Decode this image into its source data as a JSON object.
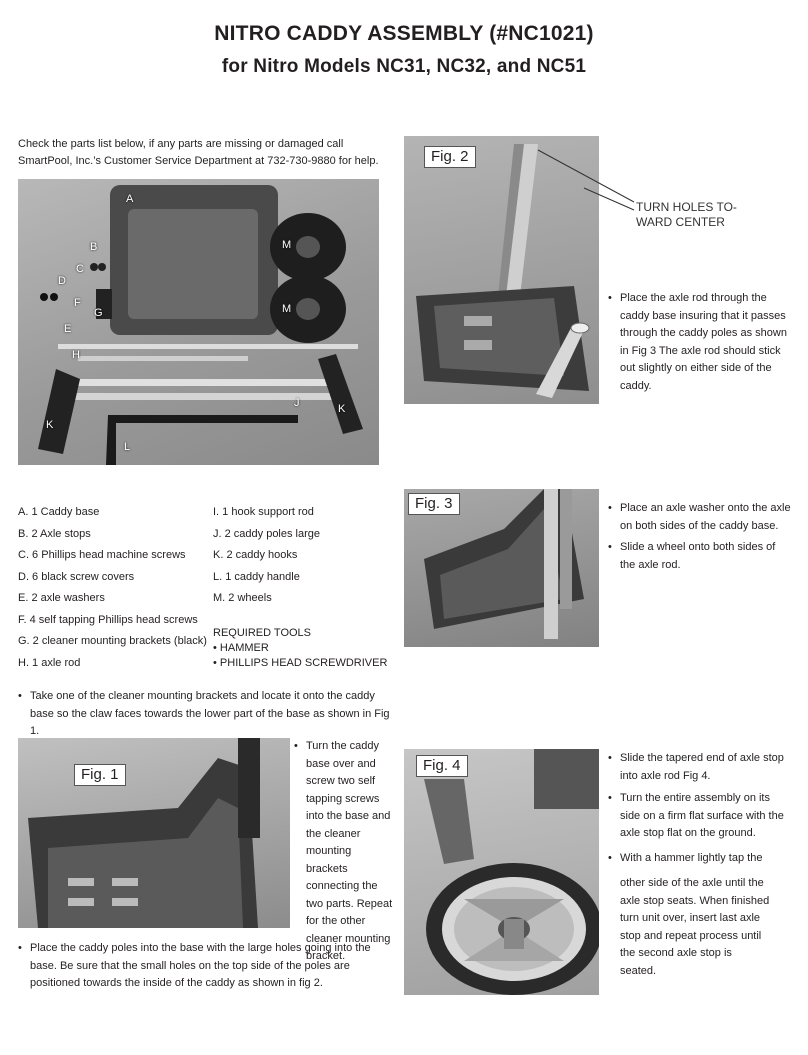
{
  "header": {
    "title": "NITRO CADDY ASSEMBLY (#NC1021)",
    "subtitle": "for Nitro Models NC31, NC32, and NC51"
  },
  "intro": "Check the parts list below, if any parts are missing or damaged call SmartPool, Inc.’s Customer Service Department at 732-730-9880 for help.",
  "parts_photo_labels": [
    "A",
    "B",
    "C",
    "D",
    "E",
    "F",
    "G",
    "H",
    "J",
    "K",
    "K",
    "L",
    "M",
    "M"
  ],
  "parts_left": [
    "A.  1 Caddy base",
    "B.  2 Axle stops",
    "C.  6 Phillips head machine screws",
    "D.  6 black screw covers",
    "E.  2 axle washers",
    "F.  4 self tapping Phillips head screws",
    "G.  2 cleaner mounting brackets (black)",
    "H.  1 axle rod"
  ],
  "parts_right": [
    "I.   1 hook support rod",
    "J.  2 caddy poles large",
    "K.  2 caddy hooks",
    "L.  1 caddy handle",
    "M.  2 wheels"
  ],
  "tools": {
    "title": "REQUIRED TOOLS",
    "items": [
      "• HAMMER",
      "• PHILLIPS HEAD SCREWDRIVER"
    ]
  },
  "bullet_icon": "bullet-dot",
  "bullet_char": "•",
  "steps": {
    "bracket": "Take one of the cleaner mounting brackets and locate it onto the caddy base so the claw faces towards the lower part of the base as shown in Fig 1.",
    "turn_over": "Turn the caddy base over and screw two self tapping screws into the base and the cleaner mounting brackets connecting the two parts.  Repeat for the other cleaner mounting bracket.",
    "poles": "Place the caddy poles into the base with the large holes going into the base.  Be sure that the small holes on the top side of the poles are positioned towards the inside of the caddy as shown in fig 2.",
    "axle_rod": "Place the axle rod through the caddy base insuring that it passes through the caddy poles as shown in Fig 3  The axle rod should stick out slightly on either side of the caddy.",
    "washer": "Place an axle washer onto the axle on both sides of the caddy base.",
    "wheel": "Slide a wheel onto both sides of the axle rod.",
    "axle_stop": "Slide the tapered end of axle stop into axle rod Fig 4.",
    "turn_assembly": "Turn the entire assembly on its side on a firm flat surface with the axle stop flat on the ground.",
    "hammer": "With a hammer lightly tap the",
    "hammer_cont": "other side of the axle until the axle stop seats. When finished turn unit over, insert last axle stop and repeat process until the second axle stop is seated."
  },
  "figures": {
    "fig1": "Fig. 1",
    "fig2": "Fig. 2",
    "fig3": "Fig. 3",
    "fig4": "Fig. 4"
  },
  "callout": "TURN HOLES TOWARD CENTER",
  "callout_lines": [
    "TURN HOLES TO-",
    "WARD CENTER"
  ]
}
